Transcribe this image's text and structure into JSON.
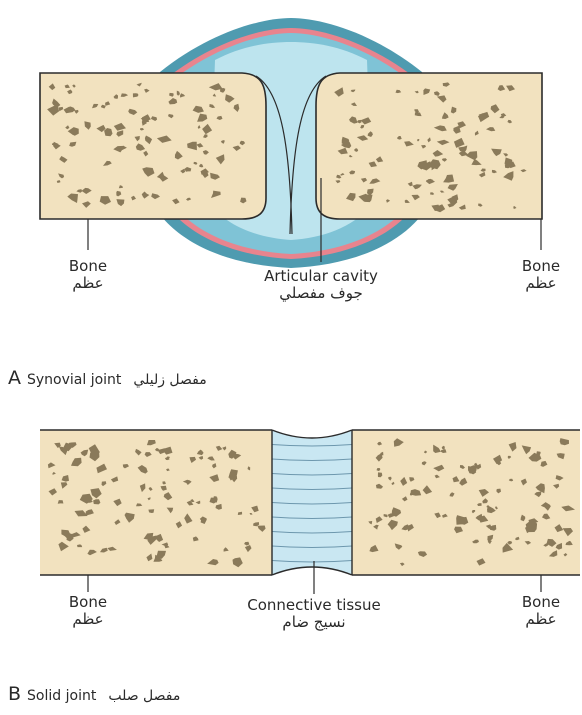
{
  "diagram_a": {
    "bone_left": {
      "en": "Bone",
      "ar": "عظم"
    },
    "bone_right": {
      "en": "Bone",
      "ar": "عظم"
    },
    "cavity": {
      "en": "Articular cavity",
      "ar": "جوف مفصلي"
    },
    "caption": {
      "letter": "A",
      "en": "Synovial joint",
      "ar": "مفصل زليلي"
    }
  },
  "diagram_b": {
    "bone_left": {
      "en": "Bone",
      "ar": "عظم"
    },
    "bone_right": {
      "en": "Bone",
      "ar": "عظم"
    },
    "tissue": {
      "en": "Connective tissue",
      "ar": "نسيج ضام"
    },
    "caption": {
      "letter": "B",
      "en": "Solid joint",
      "ar": "مفصل صلب"
    }
  },
  "colors": {
    "bone_fill": "#f2e2bf",
    "bone_outline": "#2b2b2b",
    "trabecula": "#8a7a5a",
    "capsule_outer": "#4f9bb0",
    "capsule_pink": "#e8848e",
    "capsule_inner": "#7fc3d6",
    "cavity_fill": "#bde4ee",
    "connective_fill": "#c9e7f2",
    "connective_line": "#6d97ad"
  }
}
